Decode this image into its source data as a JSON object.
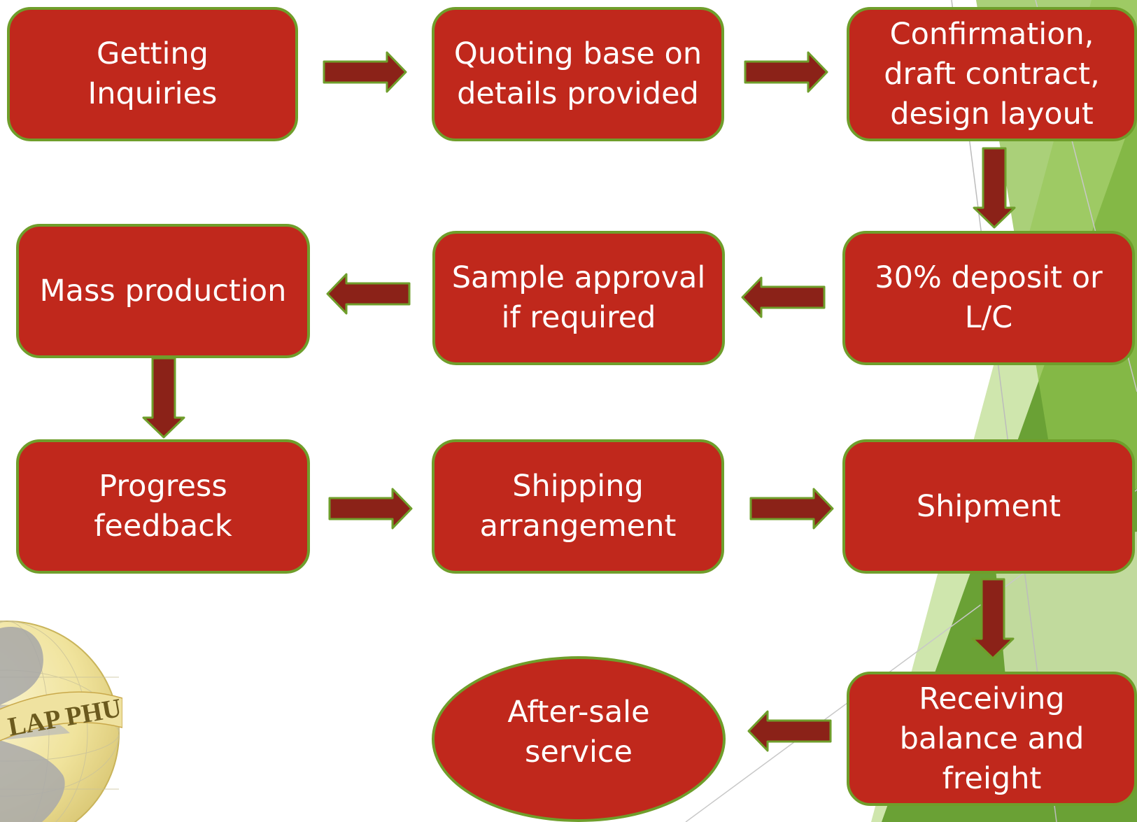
{
  "steps": {
    "getting_inquiries": "Getting\nInquiries",
    "quoting": "Quoting base on\ndetails provided",
    "confirmation": "Confirmation,\ndraft contract,\ndesign layout",
    "deposit": "30% deposit or\nL/C",
    "sample_approval": "Sample approval\nif required",
    "mass_production": "Mass production",
    "progress_feedback": "Progress\nfeedback",
    "shipping_arrangement": "Shipping\narrangement",
    "shipment": "Shipment",
    "receiving_balance": "Receiving\nbalance and\nfreight",
    "after_sale": "After-sale\nservice"
  },
  "logo": {
    "text": "LAP PHU"
  },
  "colors": {
    "box_fill": "#c0281c",
    "box_border": "#6f9e2b",
    "arrow_fill": "#8b2218",
    "arrow_stroke": "#6f9e2b",
    "accent_green": "#6fae34"
  }
}
